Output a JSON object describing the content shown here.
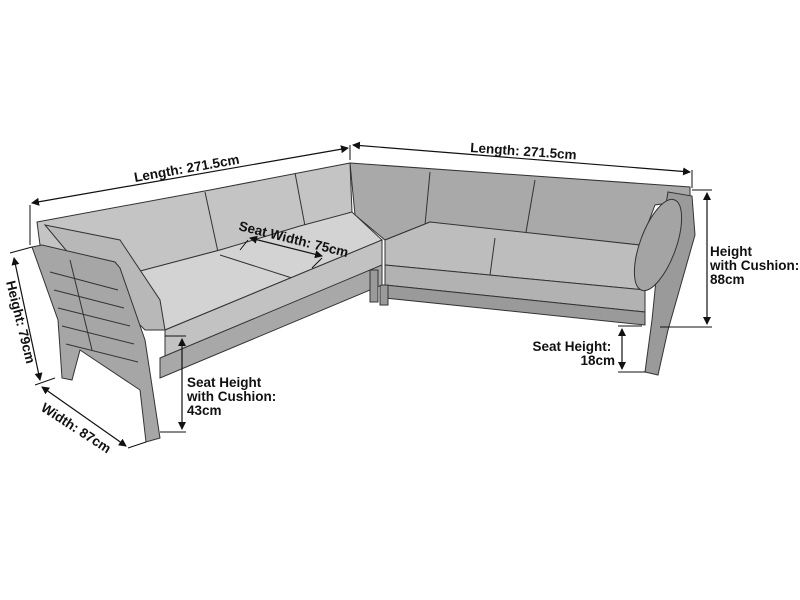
{
  "colors": {
    "cushion_light": "#cfcfcf",
    "cushion_mid": "#bdbdbd",
    "cushion_dark": "#a9a9a9",
    "frame": "#9a9a9a",
    "outline": "#333333"
  },
  "labels": {
    "left_length": "Length: 271.5cm",
    "right_length": "Length: 271.5cm",
    "seat_width": "Seat Width: 75cm",
    "height": "Height: 79cm",
    "width": "Width: 87cm",
    "seat_height_cushion": [
      "Seat Height",
      "with Cushion:",
      "43cm"
    ],
    "height_cushion": [
      "Height",
      "with Cushion:",
      "88cm"
    ],
    "seat_height": [
      "Seat Height:",
      "18cm"
    ]
  }
}
